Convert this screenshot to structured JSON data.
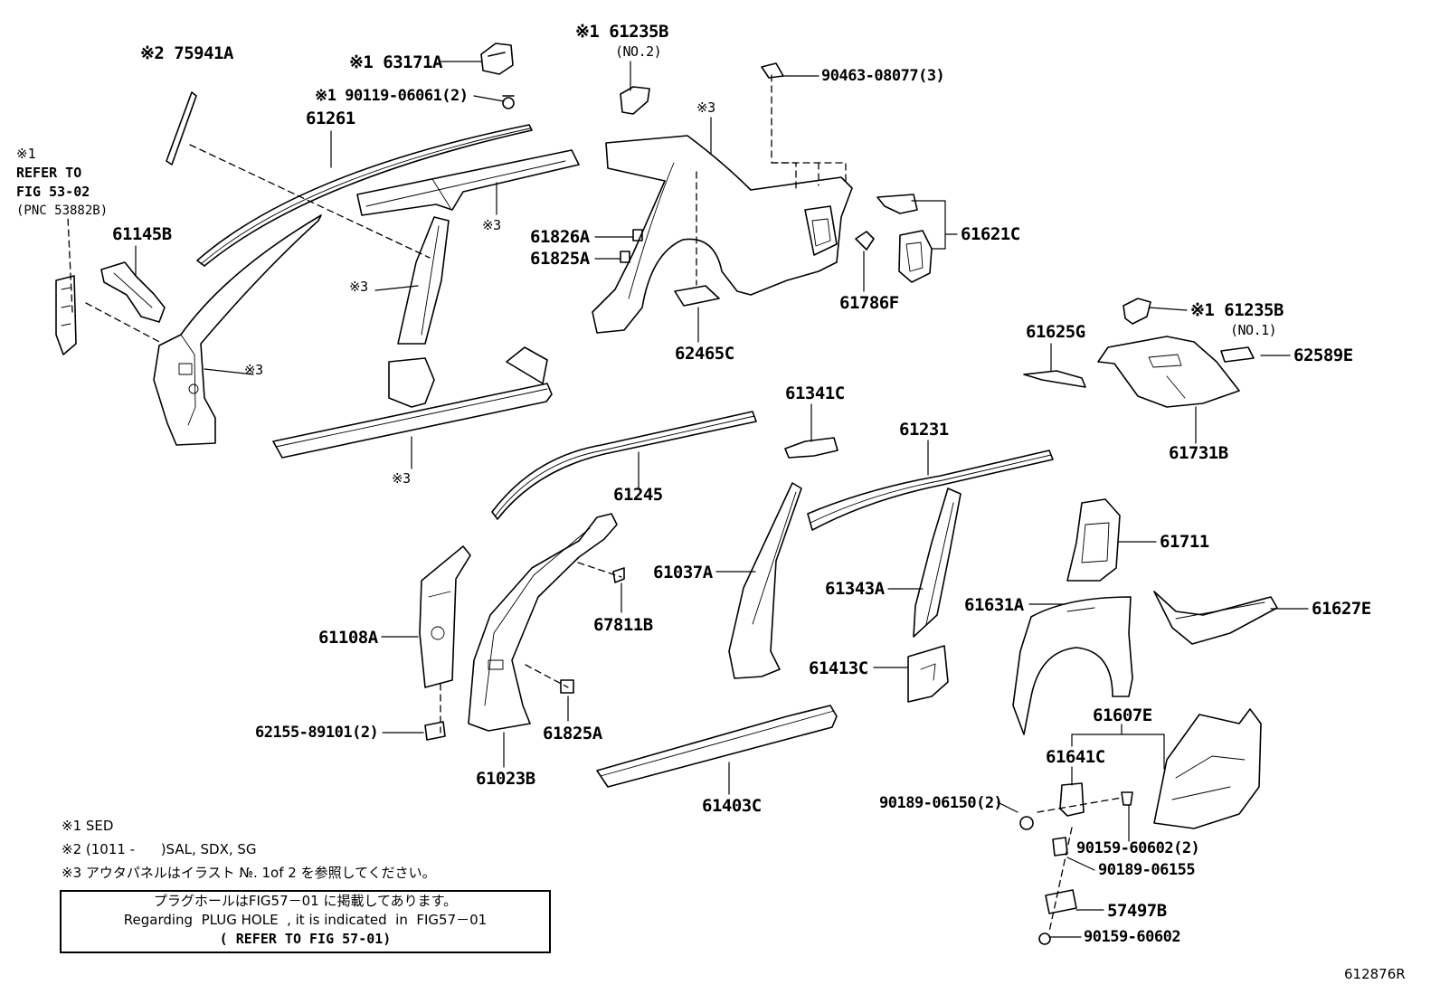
{
  "figure_id": "612876R",
  "refer_note": {
    "mark": "※1",
    "line1": "REFER TO",
    "line2": "FIG 53-02",
    "line3": "(PNC 53882B)"
  },
  "labels": {
    "p75941A": "※2 75941A",
    "p63171A": "※1 63171A",
    "p90119": "※1 90119-06061(2)",
    "p61261": "61261",
    "p61235B_no2": "※1 61235B",
    "p61235B_no2_sub": "(NO.2)",
    "p90463": "90463-08077(3)",
    "x3_quarter": "※3",
    "x3_roofside": "※3",
    "x3_cpillar": "※3",
    "x3_apillar": "※3",
    "x3_rocker": "※3",
    "p61145B": "61145B",
    "p61826A": "61826A",
    "p61825A_top": "61825A",
    "p61621C": "61621C",
    "p61786F": "61786F",
    "p62465C": "62465C",
    "p61235B_no1": "※1 61235B",
    "p61235B_no1_sub": "(NO.1)",
    "p61625G": "61625G",
    "p62589E": "62589E",
    "p61731B": "61731B",
    "p61341C": "61341C",
    "p61231": "61231",
    "p61245": "61245",
    "p61711": "61711",
    "p61037A": "61037A",
    "p61343A": "61343A",
    "p61631A": "61631A",
    "p61627E": "61627E",
    "p61108A": "61108A",
    "p67811B": "67811B",
    "p61413C": "61413C",
    "p62155": "62155-89101(2)",
    "p61825A_bottom": "61825A",
    "p61607E": "61607E",
    "p61641C": "61641C",
    "p61023B": "61023B",
    "p61403C": "61403C",
    "p90189_06150": "90189-06150(2)",
    "p90159_60602_2": "90159-60602(2)",
    "p90189_06155": "90189-06155",
    "p57497B": "57497B",
    "p90159_60602": "90159-60602"
  },
  "footnotes": {
    "n1": "※1 SED",
    "n2": "※2 (1011 -      )SAL, SDX, SG",
    "n3": "※3 アウタパネルはイラスト №. 1of 2 を参照してください。"
  },
  "notice_box": {
    "line1": "プラグホールはFIG57－01 に掲載してあります。",
    "line2": "Regarding  PLUG HOLE  , it is indicated  in  FIG57－01",
    "line3": "( REFER TO FIG 57-01)"
  }
}
